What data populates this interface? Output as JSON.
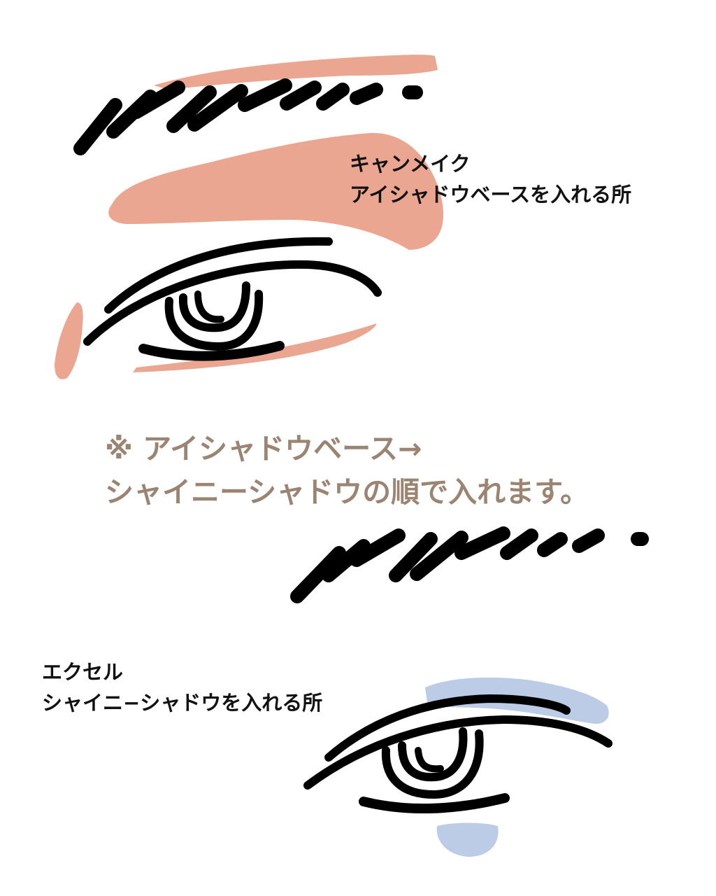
{
  "labels": {
    "eyeshadow_base": {
      "line1": "キャンメイク",
      "line2": "アイシャドウベースを入れる所"
    },
    "shiny_shadow": {
      "line1": "エクセル",
      "line2": "シャイニ−シャドウを入れる所"
    }
  },
  "note": {
    "line1": "※ アイシャドウベース→",
    "line2": "シャイニーシャドウの順で入れます。"
  },
  "colors": {
    "eyeshadow_base": "#eba692",
    "shiny_shadow": "#bccbe6",
    "note_text": "#9c8472",
    "ink": "#000000"
  }
}
